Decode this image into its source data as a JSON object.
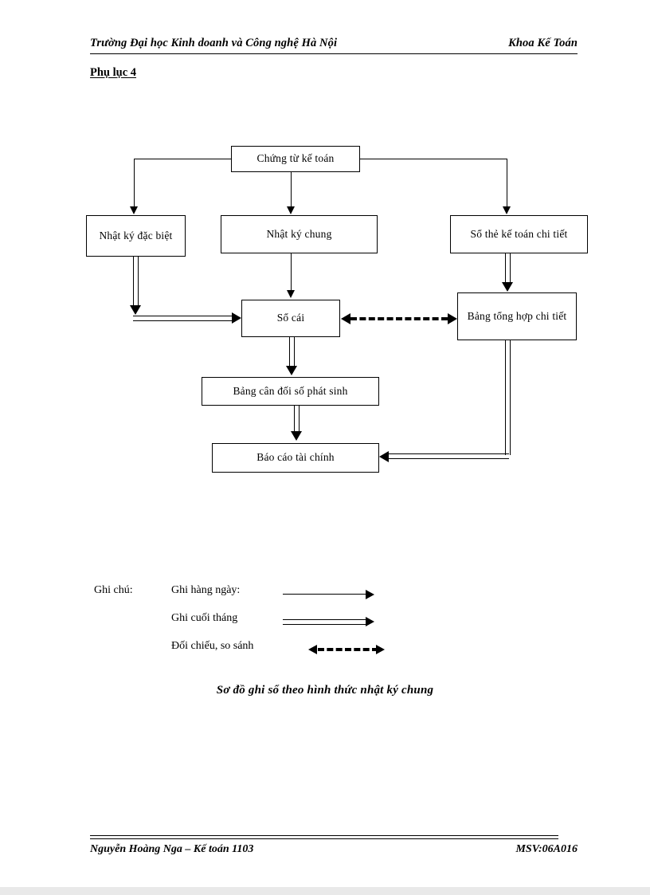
{
  "header": {
    "left": "Trường Đại học Kinh doanh và Công nghệ Hà Nội",
    "right": "Khoa Kế Toán",
    "appendix": "Phụ lục 4"
  },
  "diagram": {
    "nodes": {
      "chung_tu": "Chứng từ kế toán",
      "nhat_ky_dac_biet": "Nhật ký đặc biệt",
      "nhat_ky_chung": "Nhật ký chung",
      "so_the_chi_tiet": "Sổ thẻ kế toán chi tiết",
      "so_cai": "Sổ cái",
      "bang_tong_hop": "Bảng tổng hợp chi tiết",
      "bang_can_doi": "Bảng cân đối số phát sinh",
      "bao_cao": "Báo cáo tài chính"
    }
  },
  "legend": {
    "title": "Ghi chú:",
    "rows": [
      {
        "label": "Ghi hàng ngày:",
        "style": "single-arrow"
      },
      {
        "label": "Ghi cuối tháng",
        "style": "double-arrow"
      },
      {
        "label": "Đối chiếu, so sánh",
        "style": "dashed-bidirectional-arrow"
      }
    ]
  },
  "caption": "Sơ đồ ghi sổ theo hình thức nhật ký chung",
  "footer": {
    "left": "Nguyễn Hoàng Nga – Kế toán 1103",
    "right": "MSV:06A016"
  }
}
